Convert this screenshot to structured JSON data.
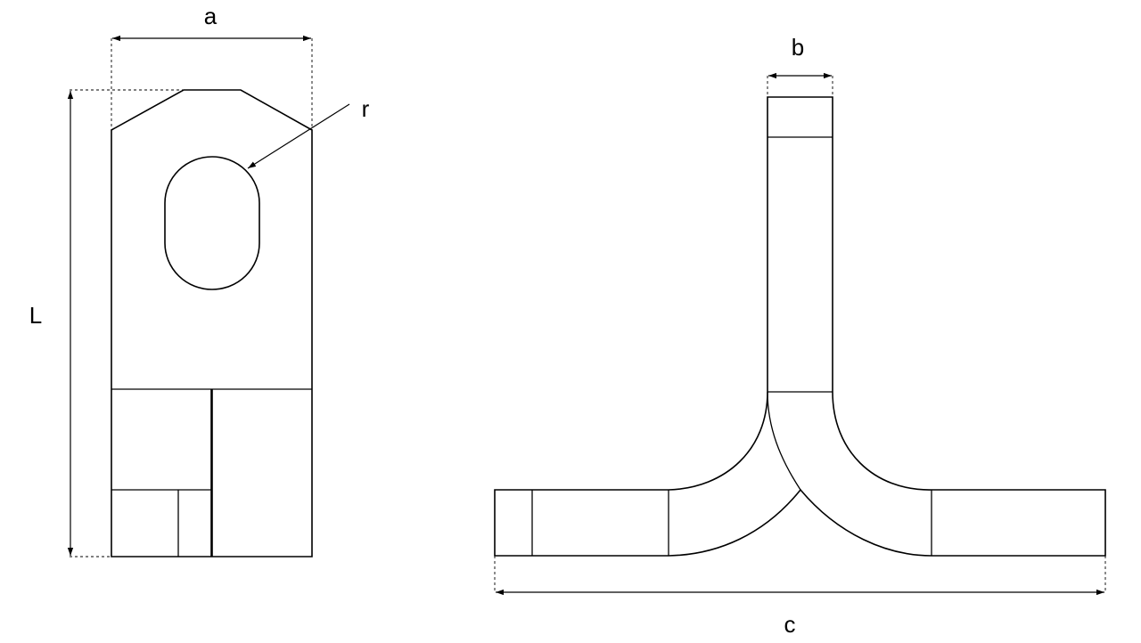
{
  "labels": {
    "a": "a",
    "b": "b",
    "c": "c",
    "L": "L",
    "r": "r"
  },
  "colors": {
    "stroke": "#000000",
    "background": "#ffffff"
  }
}
